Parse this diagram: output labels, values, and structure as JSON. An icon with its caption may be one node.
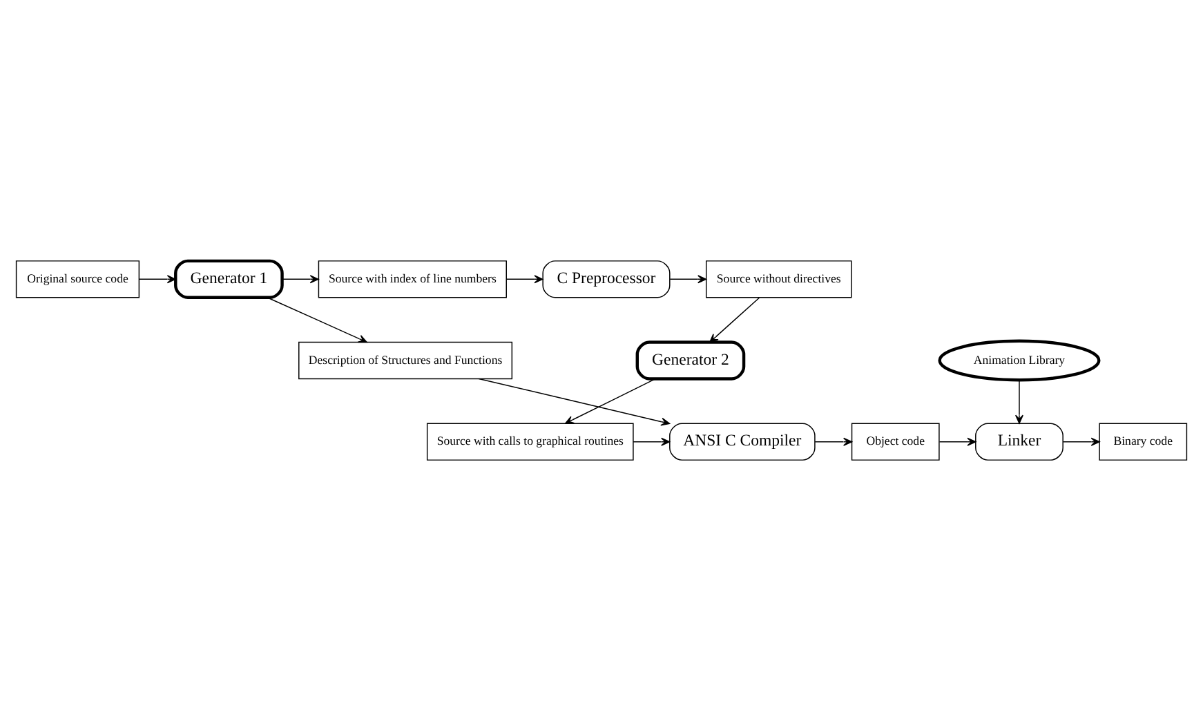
{
  "diagram": {
    "nodes": [
      {
        "text": [
          "Original source code"
        ]
      },
      {
        "text": [
          "Generator 1"
        ]
      },
      {
        "text": [
          "Source with index of line numbers"
        ]
      },
      {
        "text": [
          "C Preprocessor"
        ]
      },
      {
        "text": [
          "Source without directives"
        ]
      },
      {
        "text": [
          "Description of Structures and Functions"
        ]
      },
      {
        "text": [
          "Generator 2"
        ]
      },
      {
        "text": [
          "Animation Library"
        ]
      },
      {
        "text": [
          "Binary code"
        ]
      },
      {
        "text": [
          "Linker"
        ]
      },
      {
        "text": [
          "Object code"
        ]
      },
      {
        "text": [
          "ANSI C Compiler"
        ]
      },
      {
        "text": [
          "Source with calls to graphical routines"
        ]
      }
    ],
    "edges": [
      {
        "from": 0,
        "to": 1,
        "arrow": "to"
      },
      {
        "from": 1,
        "to": 2,
        "arrow": "to"
      },
      {
        "from": 2,
        "to": 3,
        "arrow": "to"
      },
      {
        "from": 3,
        "to": 4,
        "arrow": "to"
      },
      {
        "from": 1,
        "to": 5,
        "arrow": "to"
      },
      {
        "from": 4,
        "to": 6,
        "arrow": "to"
      },
      {
        "from": 5,
        "to": 11,
        "arrow": "to"
      },
      {
        "from": 6,
        "to": 12,
        "arrow": "to"
      },
      {
        "from": 12,
        "to": 11,
        "arrow": "to"
      },
      {
        "from": 11,
        "to": 10,
        "arrow": "to"
      },
      {
        "from": 10,
        "to": 9,
        "arrow": "to"
      },
      {
        "from": 7,
        "to": 9,
        "arrow": "to"
      },
      {
        "from": 9,
        "to": 8,
        "arrow": "to"
      }
    ]
  }
}
